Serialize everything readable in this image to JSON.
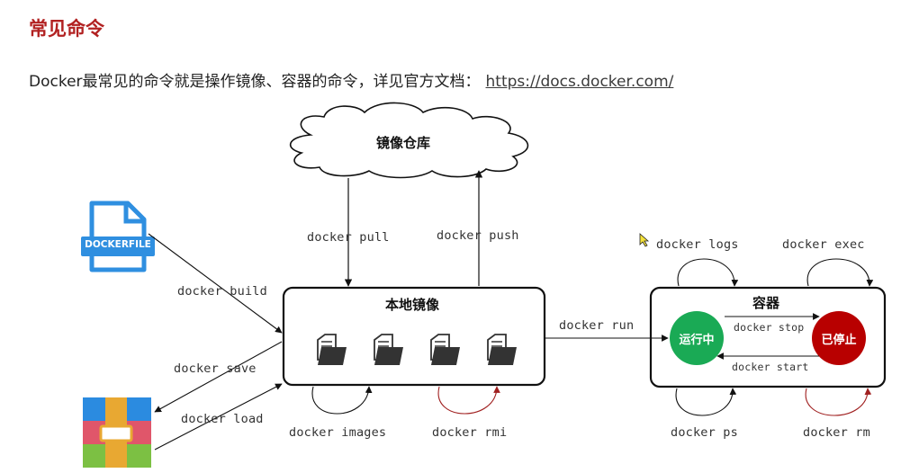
{
  "header": {
    "title": "常见命令",
    "intro_text": "Docker最常见的命令就是操作镜像、容器的命令，详见官方文档：",
    "link_text": "https://docs.docker.com/"
  },
  "diagram": {
    "registry_label": "镜像仓库",
    "local_images_label": "本地镜像",
    "container_label": "容器",
    "dockerfile_label": "DOCKERFILE",
    "running_label": "运行中",
    "stopped_label": "已停止",
    "commands": {
      "pull": "docker pull",
      "push": "docker push",
      "build": "docker build",
      "save": "docker save",
      "load": "docker load",
      "images": "docker images",
      "rmi": "docker rmi",
      "run": "docker run",
      "logs": "docker logs",
      "exec": "docker exec",
      "stop": "docker stop",
      "start": "docker start",
      "ps": "docker ps",
      "rm": "docker rm"
    },
    "colors": {
      "running": "#1aaa55",
      "stopped": "#b80000",
      "dockerfile": "#2f8fe0",
      "red_arrow": "#a02020"
    }
  }
}
